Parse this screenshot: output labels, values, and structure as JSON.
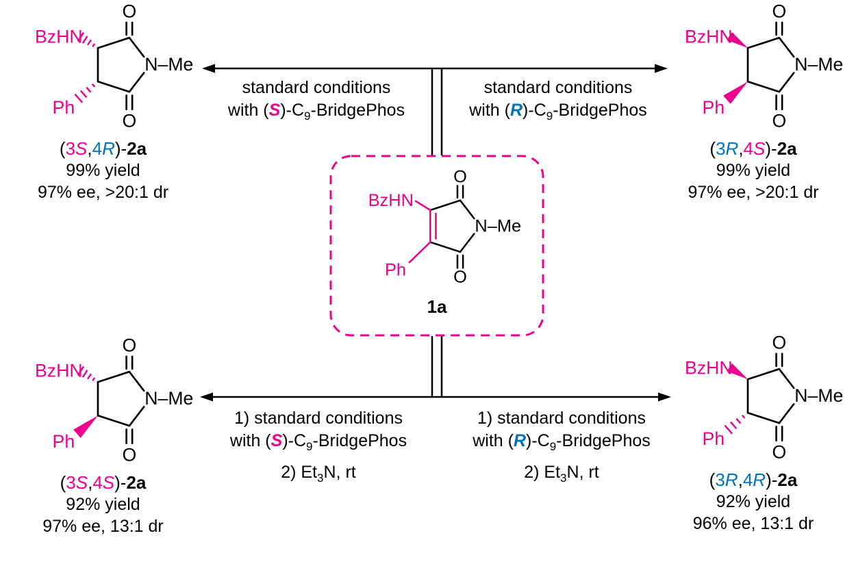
{
  "colors": {
    "pink": "#ec008c",
    "blue": "#0072bc"
  },
  "molecule_labels": {
    "amine": "BzHN",
    "phenyl": "Ph",
    "n_methyl": "N–Me",
    "oxygen": "O"
  },
  "center_compound": {
    "label": "1a"
  },
  "conditions": {
    "top_left": {
      "line1": "standard conditions",
      "with_prefix": "with (",
      "catalyst_letter": "S",
      "catalyst_color": "pink",
      "with_mid": ")-C",
      "subscript": "9",
      "with_suffix": "-BridgePhos"
    },
    "top_right": {
      "line1": "standard conditions",
      "with_prefix": "with (",
      "catalyst_letter": "R",
      "catalyst_color": "blue",
      "with_mid": ")-C",
      "subscript": "9",
      "with_suffix": "-BridgePhos"
    },
    "bottom_left": {
      "line1": "1) standard conditions",
      "with_prefix": "with (",
      "catalyst_letter": "S",
      "catalyst_color": "pink",
      "with_mid": ")-C",
      "subscript": "9",
      "with_suffix": "-BridgePhos",
      "line3_prefix": "2) Et",
      "line3_sub": "3",
      "line3_suffix": "N, rt"
    },
    "bottom_right": {
      "line1": "1) standard conditions",
      "with_prefix": "with (",
      "catalyst_letter": "R",
      "catalyst_color": "blue",
      "with_mid": ")-C",
      "subscript": "9",
      "with_suffix": "-BridgePhos",
      "line3_prefix": "2) Et",
      "line3_sub": "3",
      "line3_suffix": "N, rt"
    }
  },
  "products": {
    "top_left": {
      "stereo": {
        "open": "(",
        "c3_num": "3",
        "c3_letter": "S",
        "c3_color": "pink",
        "sep": ",",
        "c4_num": "4",
        "c4_letter": "R",
        "c4_color": "blue",
        "close": ")-",
        "name": "2a"
      },
      "yield": "99% yield",
      "selectivity": "97% ee, >20:1 dr"
    },
    "top_right": {
      "stereo": {
        "open": "(",
        "c3_num": "3",
        "c3_letter": "R",
        "c3_color": "blue",
        "sep": ",",
        "c4_num": "4",
        "c4_letter": "S",
        "c4_color": "pink",
        "close": ")-",
        "name": "2a"
      },
      "yield": "99% yield",
      "selectivity": "97% ee, >20:1 dr"
    },
    "bottom_left": {
      "stereo": {
        "open": "(",
        "c3_num": "3",
        "c3_letter": "S",
        "c3_color": "pink",
        "sep": ",",
        "c4_num": "4",
        "c4_letter": "S",
        "c4_color": "pink",
        "close": ")-",
        "name": "2a"
      },
      "yield": "92% yield",
      "selectivity": "97% ee, 13:1 dr"
    },
    "bottom_right": {
      "stereo": {
        "open": "(",
        "c3_num": "3",
        "c3_letter": "R",
        "c3_color": "blue",
        "sep": ",",
        "c4_num": "4",
        "c4_letter": "R",
        "c4_color": "blue",
        "close": ")-",
        "name": "2a"
      },
      "yield": "92% yield",
      "selectivity": "96% ee, 13:1 dr"
    }
  }
}
